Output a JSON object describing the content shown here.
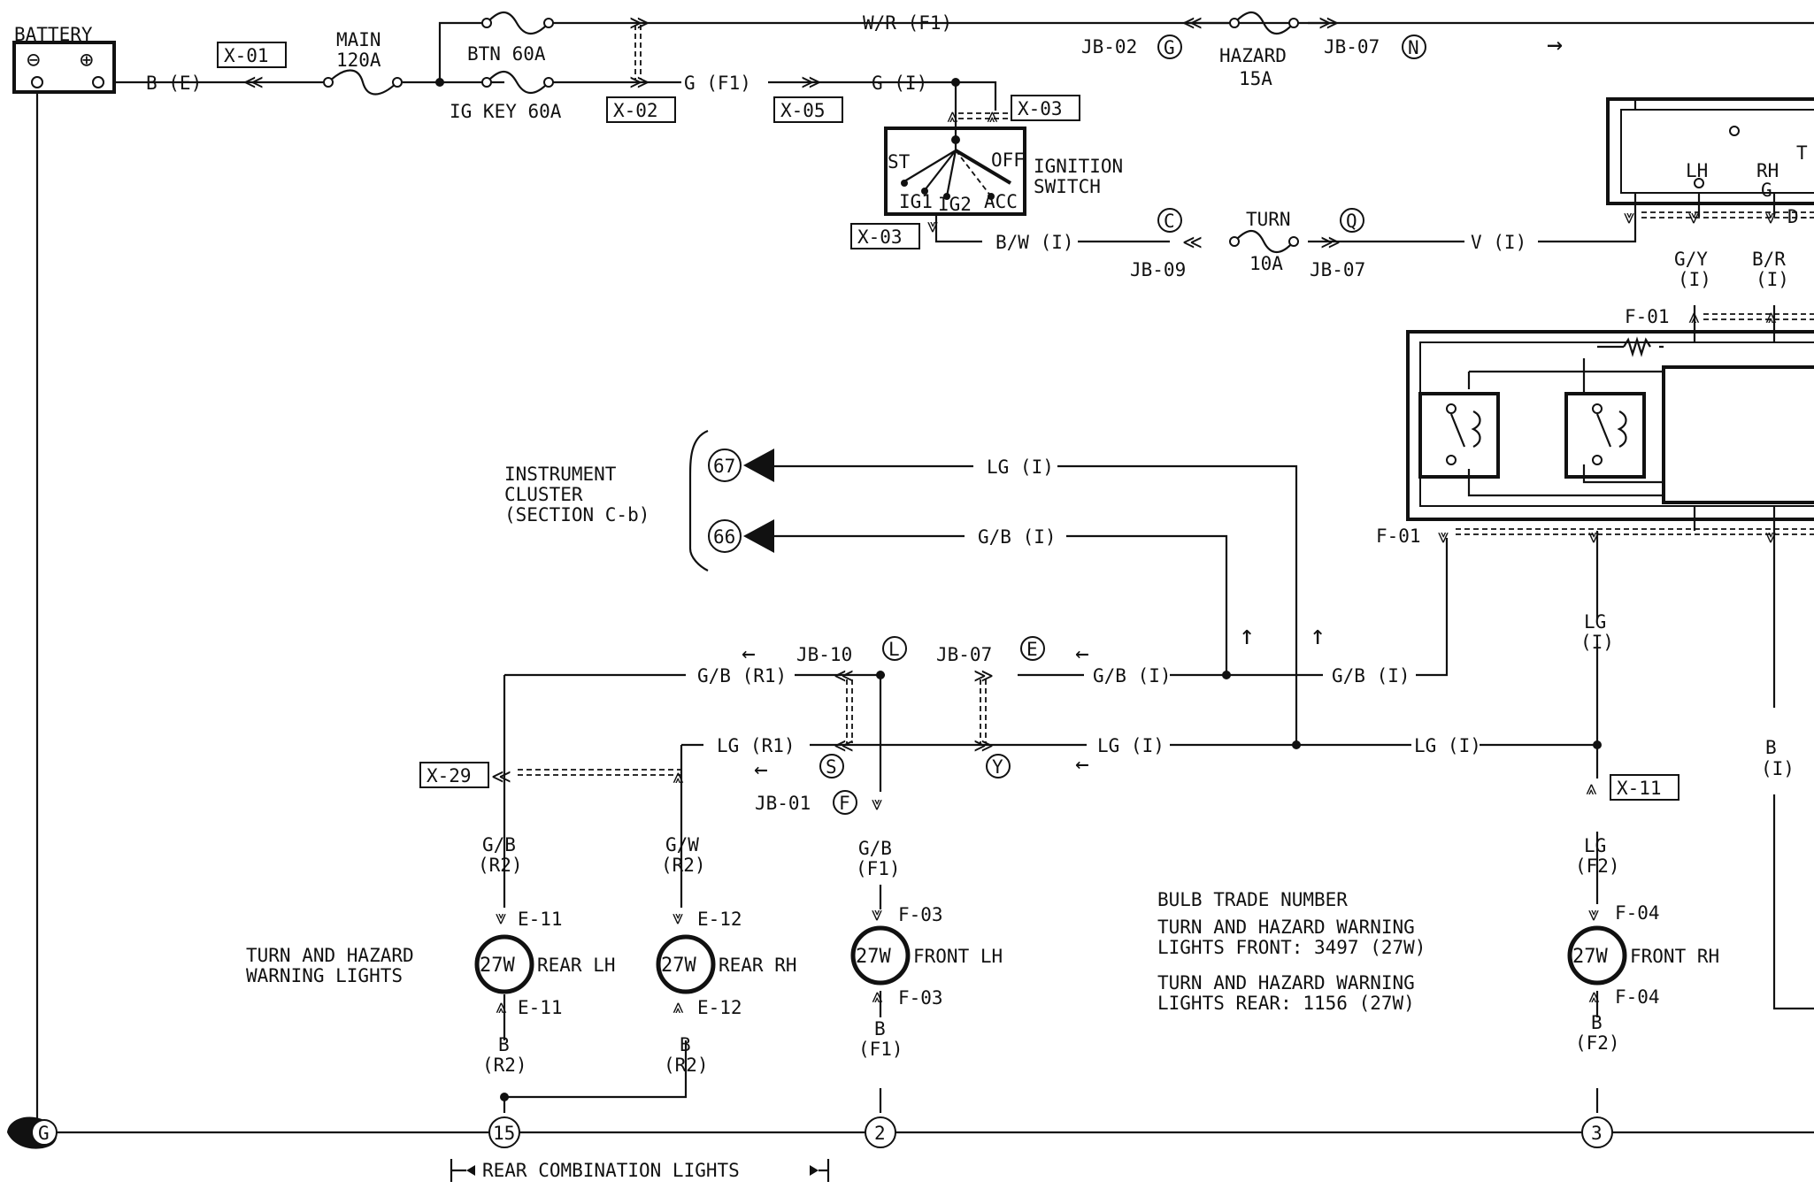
{
  "battery": {
    "label": "BATTERY",
    "minus": "⊖",
    "plus": "⊕"
  },
  "wires": {
    "b_e": "B (E)",
    "w_r_f1": "W/R (F1)",
    "g_f1": "G (F1)",
    "g_i": "G (I)",
    "b_w_i": "B/W (I)",
    "v_i": "V (I)",
    "lg_i_top": "LG (I)",
    "gb_i_top": "G/B (I)",
    "gb_r1": "G/B (R1)",
    "lg_r1": "LG (R1)",
    "gb_i_mid1": "G/B (I)",
    "gb_i_mid2": "G/B (I)",
    "lg_i_mid1": "LG (I)",
    "lg_i_mid2": "LG (I)",
    "gy": "G/Y",
    "gy_i": "(I)",
    "br": "B/R",
    "br_i": "(I)",
    "lg_v": "LG",
    "lg_v_i": "(I)",
    "b_v": "B",
    "b_v_i": "(I)",
    "lg_f2": "LG",
    "lg_f2_c": "(F2)",
    "gb_r2": "G/B",
    "gb_r2_c": "(R2)",
    "gw_r2": "G/W",
    "gw_r2_c": "(R2)",
    "gb_f1": "G/B",
    "gb_f1_c": "(F1)",
    "b_r2_a": "B",
    "b_r2_a_c": "(R2)",
    "b_r2_b": "B",
    "b_r2_b_c": "(R2)",
    "b_f1": "B",
    "b_f1_c": "(F1)",
    "b_f2": "B",
    "b_f2_c": "(F2)"
  },
  "connectors": {
    "x01": "X-01",
    "x02": "X-02",
    "x03a": "X-03",
    "x03b": "X-03",
    "x05": "X-05",
    "x29": "X-29",
    "x11": "X-11",
    "f01a": "F-01",
    "f01b": "F-01",
    "d_partial": "D-",
    "e11a": "E-11",
    "e11b": "E-11",
    "e12a": "E-12",
    "e12b": "E-12",
    "f03a": "F-03",
    "f03b": "F-03",
    "f04a": "F-04",
    "f04b": "F-04"
  },
  "fuses": {
    "main": "MAIN",
    "main_rating": "120A",
    "btn": "BTN 60A",
    "igkey": "IG KEY 60A",
    "hazard": "HAZARD",
    "hazard_rating": "15A",
    "turn": "TURN",
    "turn_rating": "10A"
  },
  "junctions": {
    "jb02": "JB-02",
    "jb07a": "JB-07",
    "jb09": "JB-09",
    "jb07b": "JB-07",
    "jb10": "JB-10",
    "jb07c": "JB-07",
    "jb01": "JB-01"
  },
  "pins": {
    "g": "G",
    "n": "N",
    "c": "C",
    "q": "Q",
    "l": "L",
    "e": "E",
    "s": "S",
    "y": "Y",
    "f": "F",
    "p67": "67",
    "p66": "66",
    "g15": "15",
    "g2": "2",
    "g3": "3",
    "ground": "G"
  },
  "ignition": {
    "label1": "IGNITION",
    "label2": "SWITCH",
    "st": "ST",
    "off": "OFF",
    "ig1": "IG1",
    "ig2": "IG2",
    "acc": "ACC"
  },
  "switch_partial": {
    "lh": "LH",
    "rh": "RH",
    "g": "G",
    "t": "T"
  },
  "cluster": {
    "line1": "INSTRUMENT",
    "line2": "CLUSTER",
    "line3": "(SECTION C-b)"
  },
  "bulbs": {
    "w1": "27W",
    "w2": "27W",
    "w3": "27W",
    "w4": "27W",
    "rear_lh": "REAR LH",
    "rear_rh": "REAR RH",
    "front_lh": "FRONT LH",
    "front_rh": "FRONT RH"
  },
  "group_label": {
    "line1": "TURN AND HAZARD",
    "line2": "WARNING LIGHTS"
  },
  "notes": {
    "title": "BULB TRADE NUMBER",
    "front1": "TURN AND HAZARD WARNING",
    "front2": "LIGHTS FRONT: 3497 (27W)",
    "rear1": "TURN AND HAZARD WARNING",
    "rear2": "LIGHTS REAR: 1156 (27W)"
  },
  "rear_combination": "REAR COMBINATION LIGHTS",
  "arrows": {
    "right": "→",
    "left": "←",
    "up": "↑",
    "bar_left": "|←",
    "bar_right": "→|"
  }
}
